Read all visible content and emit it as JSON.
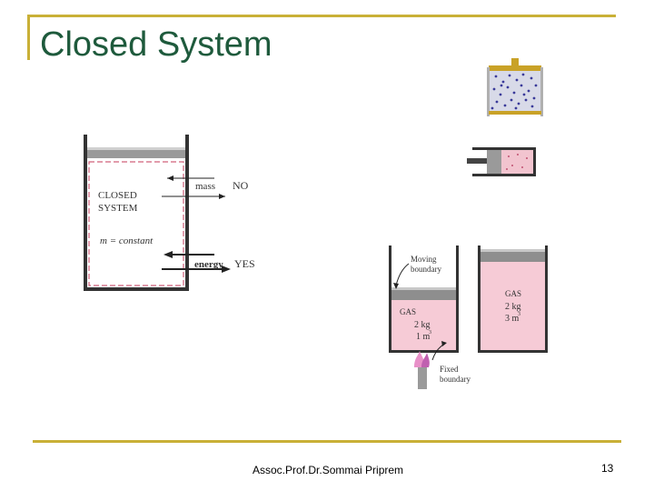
{
  "slide": {
    "title": "Closed System",
    "footer": "Assoc.Prof.Dr.Sommai Priprem",
    "page_number": "13"
  },
  "figure_closed": {
    "label_line1": "CLOSED",
    "label_line2": "SYSTEM",
    "mass_constant": "m = constant",
    "mass": "mass",
    "no": "NO",
    "energy": "energy",
    "yes": "YES"
  },
  "figure_piston": {
    "moving_line1": "Moving",
    "moving_line2": "boundary",
    "gas_left": "GAS",
    "mass_left": "2 kg",
    "vol_left": "1 m",
    "gas_right": "GAS",
    "mass_right": "2 kg",
    "vol_right": "3 m",
    "superscript": "3",
    "fixed_line1": "Fixed",
    "fixed_line2": "boundary"
  }
}
